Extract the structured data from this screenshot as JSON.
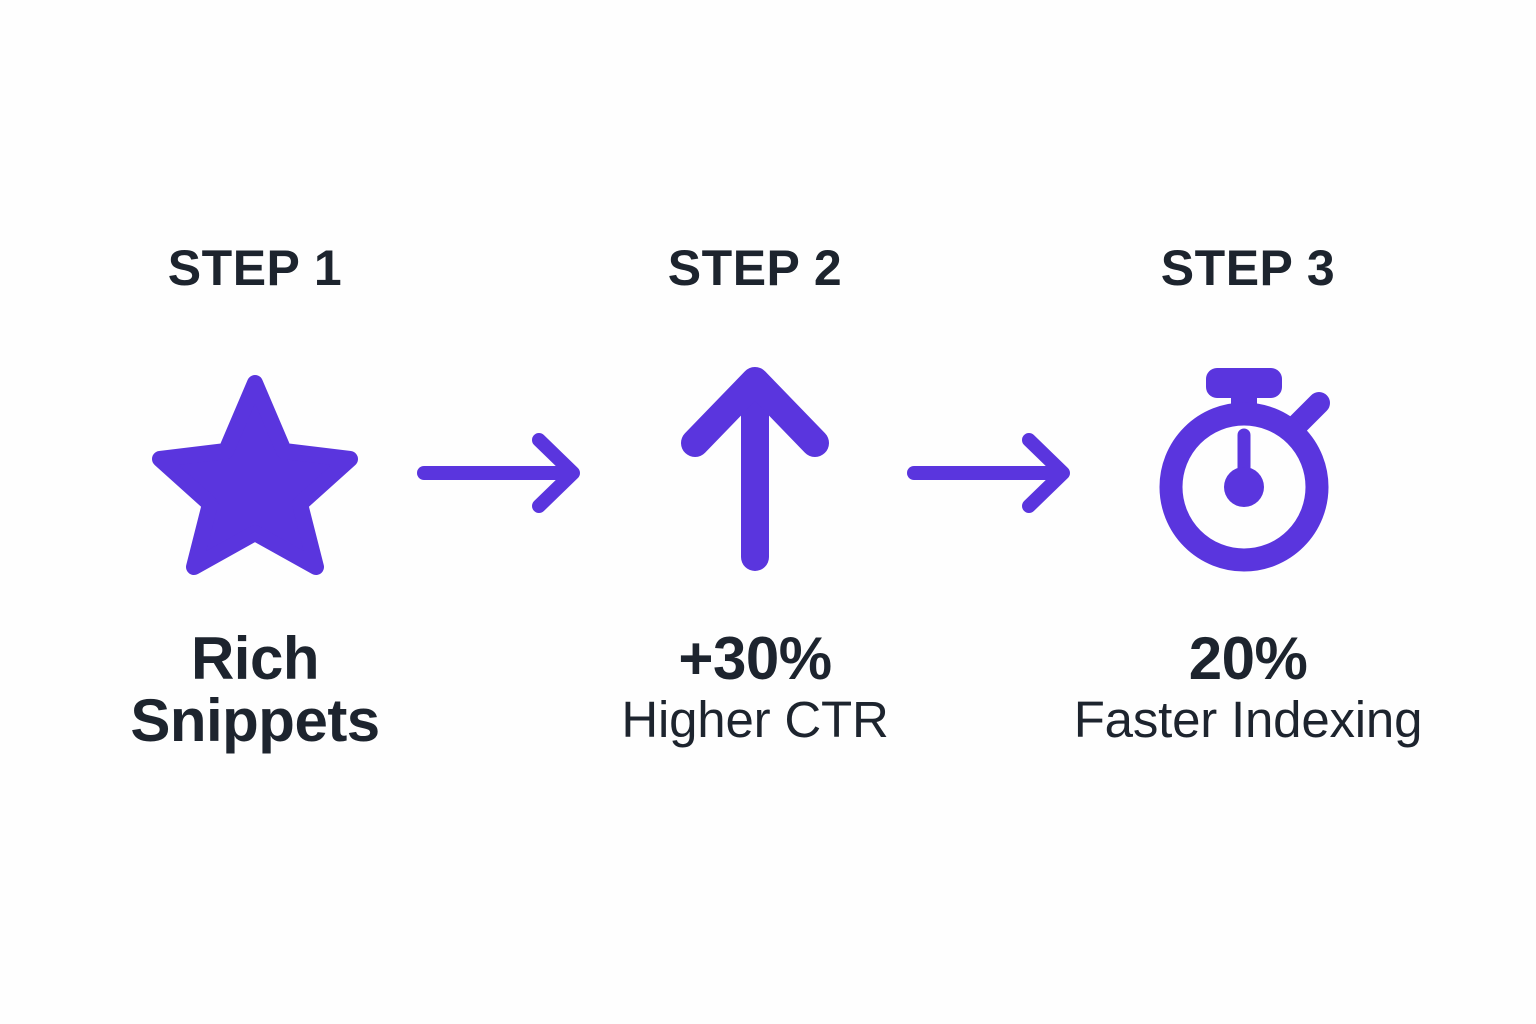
{
  "background_color": "#fefefe",
  "accent_color": "#5a35de",
  "text_color": "#1d242e",
  "diagram": {
    "type": "process-flow",
    "orientation": "horizontal",
    "step_count": 3,
    "steps": [
      {
        "label": "STEP 1",
        "icon": "star-icon",
        "caption_primary": "Rich",
        "caption_secondary": "Snippets",
        "secondary_style": "bold"
      },
      {
        "label": "STEP 2",
        "icon": "arrow-up-icon",
        "caption_primary": "+30%",
        "caption_secondary": "Higher CTR",
        "secondary_style": "light"
      },
      {
        "label": "STEP 3",
        "icon": "stopwatch-icon",
        "caption_primary": "20%",
        "caption_secondary": "Faster Indexing",
        "secondary_style": "light"
      }
    ],
    "connectors": [
      {
        "icon": "arrow-right-icon",
        "from": "STEP 1",
        "to": "STEP 2"
      },
      {
        "icon": "arrow-right-icon",
        "from": "STEP 2",
        "to": "STEP 3"
      }
    ]
  },
  "chart_data": {
    "type": "table",
    "title": "",
    "categories": [
      "STEP 1",
      "STEP 2",
      "STEP 3"
    ],
    "series": [
      {
        "name": "metric",
        "values": [
          null,
          30,
          20
        ]
      }
    ],
    "labels": [
      "Rich Snippets",
      "+30% Higher CTR",
      "20% Faster Indexing"
    ]
  }
}
